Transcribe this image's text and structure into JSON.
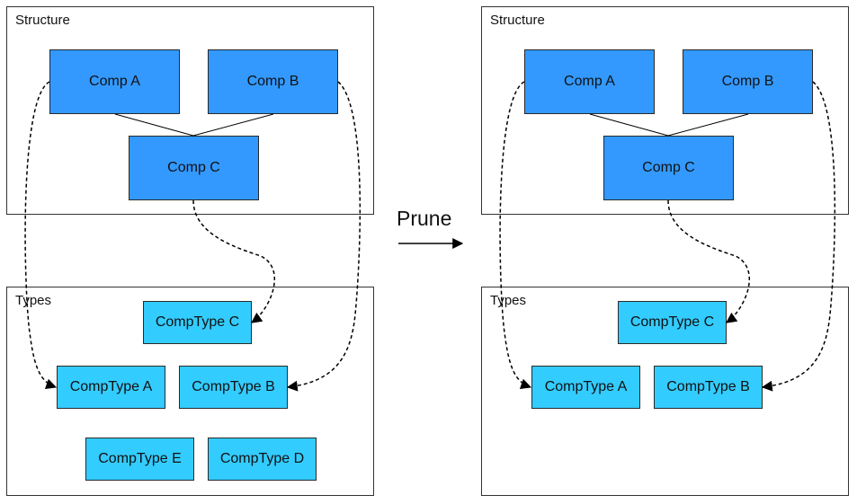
{
  "left": {
    "structure": {
      "label": "Structure",
      "comp_a": "Comp A",
      "comp_b": "Comp B",
      "comp_c": "Comp C"
    },
    "types": {
      "label": "Types",
      "comptype_c": "CompType C",
      "comptype_a": "CompType A",
      "comptype_b": "CompType B",
      "comptype_e": "CompType E",
      "comptype_d": "CompType D"
    }
  },
  "transition": {
    "label": "Prune"
  },
  "right": {
    "structure": {
      "label": "Structure",
      "comp_a": "Comp A",
      "comp_b": "Comp B",
      "comp_c": "Comp C"
    },
    "types": {
      "label": "Types",
      "comptype_c": "CompType C",
      "comptype_a": "CompType A",
      "comptype_b": "CompType B"
    }
  },
  "colors": {
    "comp_fill": "#3399ff",
    "comptype_fill": "#33ccff",
    "line": "#000000"
  }
}
